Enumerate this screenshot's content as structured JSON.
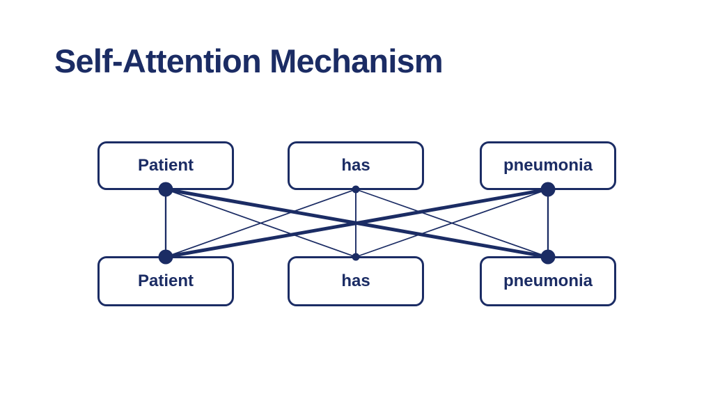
{
  "slide": {
    "title": "Self-Attention Mechanism"
  },
  "colors": {
    "ink": "#1b2c64",
    "background": "#ffffff"
  },
  "diagram": {
    "description": "self-attention bipartite graph between two copies of the same sentence",
    "top_tokens": [
      "Patient",
      "has",
      "pneumonia"
    ],
    "bottom_tokens": [
      "Patient",
      "has",
      "pneumonia"
    ],
    "node_radii": [
      10.5,
      5.5,
      10.5
    ],
    "edges": [
      {
        "from": "Patient",
        "to": "Patient",
        "stroke_width": 2.3
      },
      {
        "from": "Patient",
        "to": "has",
        "stroke_width": 1.7
      },
      {
        "from": "Patient",
        "to": "pneumonia",
        "stroke_width": 5
      },
      {
        "from": "has",
        "to": "Patient",
        "stroke_width": 1.7
      },
      {
        "from": "has",
        "to": "has",
        "stroke_width": 1.9
      },
      {
        "from": "has",
        "to": "pneumonia",
        "stroke_width": 1.7
      },
      {
        "from": "pneumonia",
        "to": "Patient",
        "stroke_width": 5
      },
      {
        "from": "pneumonia",
        "to": "has",
        "stroke_width": 1.7
      },
      {
        "from": "pneumonia",
        "to": "pneumonia",
        "stroke_width": 2.3
      }
    ]
  }
}
